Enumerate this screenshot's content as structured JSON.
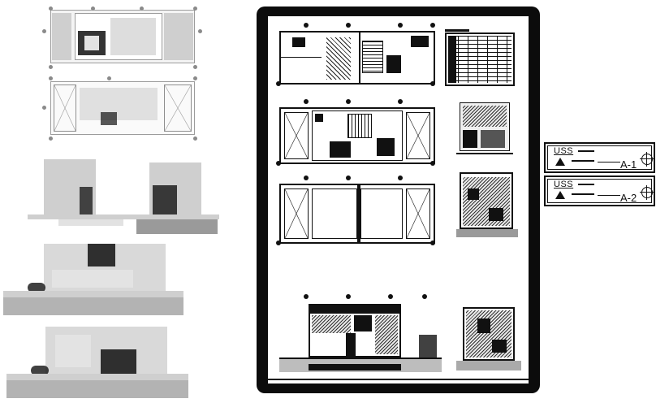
{
  "legend_sheets": [
    {
      "org": "USS",
      "code": "A-1"
    },
    {
      "org": "USS",
      "code": "A-2"
    }
  ],
  "colors": {
    "ink": "#111111",
    "sheet_border": "#0c0c0c",
    "preview_gray": "#cfcfcf",
    "background": "#ffffff"
  }
}
